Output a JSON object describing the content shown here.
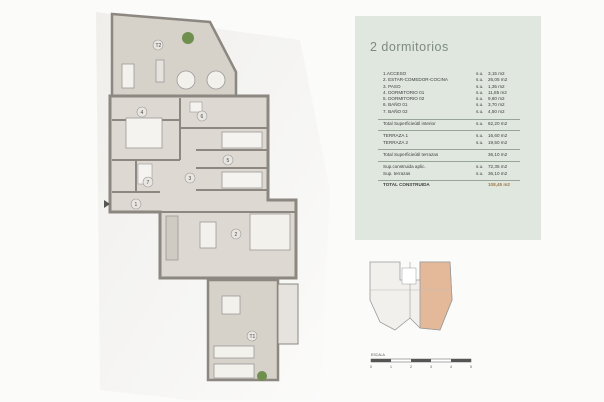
{
  "heading": "2 dormitorios",
  "rooms": [
    {
      "label": "1.ACCESO",
      "unit": "s.u.",
      "value": "3,15 m2"
    },
    {
      "label": "2. ESTAR-COMEDOR-COCINA",
      "unit": "s.u.",
      "value": "26,05 m2"
    },
    {
      "label": "3. PASO",
      "unit": "s.u.",
      "value": "1,35 m2"
    },
    {
      "label": "4. DORMITORIO 01",
      "unit": "s.u.",
      "value": "11,85 m2"
    },
    {
      "label": "5. DORMITORIO 02",
      "unit": "s.u.",
      "value": "9,60 m2"
    },
    {
      "label": "6. BAÑO 01",
      "unit": "s.u.",
      "value": "3,70 m2"
    },
    {
      "label": "7. BAÑO 02",
      "unit": "s.u.",
      "value": "4,50 m2"
    }
  ],
  "total_interior": {
    "label": "Total Superficieútil interior",
    "unit": "s.u.",
    "value": "62,20 m2"
  },
  "terraces": [
    {
      "label": "TERRAZA 1",
      "unit": "s.u.",
      "value": "16,60 m2"
    },
    {
      "label": "TERRAZA 2",
      "unit": "s.u.",
      "value": "19,50 m2"
    }
  ],
  "total_terraces": {
    "label": "Total Superficieútil terrazas",
    "value": "36,10 m2"
  },
  "built": [
    {
      "label": "Sup.construida aplic.",
      "unit": "s.u.",
      "value": "72,35 m2"
    },
    {
      "label": "Sup. terrazas",
      "unit": "s.u.",
      "value": "36,10 m2"
    }
  ],
  "total_built": {
    "label": "TOTAL CONSTRUIDA",
    "value": "108,45 m2"
  },
  "plan_tags": {
    "t2": "T2",
    "t1": "T1",
    "r1": "1",
    "r2": "2",
    "r3": "3",
    "r4": "4",
    "r5": "5",
    "r6": "6",
    "r7": "7"
  },
  "scale": {
    "title": "ESCALA",
    "ticks": [
      "0",
      "1",
      "2",
      "3",
      "4",
      "5"
    ]
  },
  "colors": {
    "band": "#dfe7de",
    "floor": "#d9d4cc",
    "wall": "#8c8780",
    "highlight": "#e4b99a",
    "total_value": "#a07a4a"
  }
}
